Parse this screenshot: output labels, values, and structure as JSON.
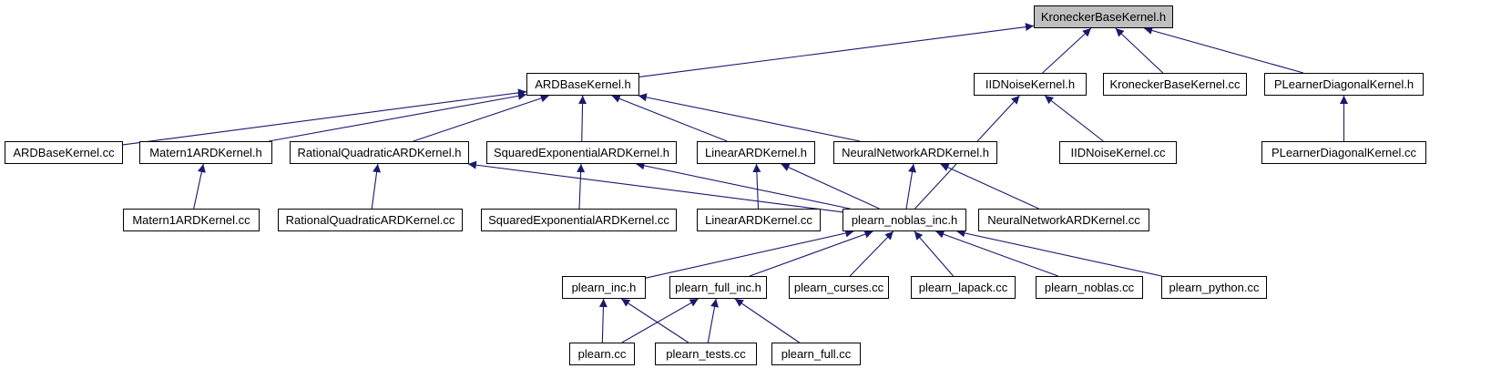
{
  "nodes": [
    {
      "id": "KroneckerBaseKernel_h",
      "label": "KroneckerBaseKernel.h",
      "current": true
    },
    {
      "id": "ARDBaseKernel_h",
      "label": "ARDBaseKernel.h"
    },
    {
      "id": "IIDNoiseKernel_h",
      "label": "IIDNoiseKernel.h"
    },
    {
      "id": "KroneckerBaseKernel_cc",
      "label": "KroneckerBaseKernel.cc"
    },
    {
      "id": "PLearnerDiagonalKernel_h",
      "label": "PLearnerDiagonalKernel.h"
    },
    {
      "id": "ARDBaseKernel_cc",
      "label": "ARDBaseKernel.cc"
    },
    {
      "id": "Matern1ARDKernel_h",
      "label": "Matern1ARDKernel.h"
    },
    {
      "id": "RationalQuadraticARDKernel_h",
      "label": "RationalQuadraticARDKernel.h"
    },
    {
      "id": "SquaredExponentialARDKernel_h",
      "label": "SquaredExponentialARDKernel.h"
    },
    {
      "id": "LinearARDKernel_h",
      "label": "LinearARDKernel.h"
    },
    {
      "id": "NeuralNetworkARDKernel_h",
      "label": "NeuralNetworkARDKernel.h"
    },
    {
      "id": "IIDNoiseKernel_cc",
      "label": "IIDNoiseKernel.cc"
    },
    {
      "id": "PLearnerDiagonalKernel_cc",
      "label": "PLearnerDiagonalKernel.cc"
    },
    {
      "id": "Matern1ARDKernel_cc",
      "label": "Matern1ARDKernel.cc"
    },
    {
      "id": "RationalQuadraticARDKernel_cc",
      "label": "RationalQuadraticARDKernel.cc"
    },
    {
      "id": "SquaredExponentialARDKernel_cc",
      "label": "SquaredExponentialARDKernel.cc"
    },
    {
      "id": "LinearARDKernel_cc",
      "label": "LinearARDKernel.cc"
    },
    {
      "id": "plearn_noblas_inc_h",
      "label": "plearn_noblas_inc.h"
    },
    {
      "id": "NeuralNetworkARDKernel_cc",
      "label": "NeuralNetworkARDKernel.cc"
    },
    {
      "id": "plearn_inc_h",
      "label": "plearn_inc.h"
    },
    {
      "id": "plearn_full_inc_h",
      "label": "plearn_full_inc.h"
    },
    {
      "id": "plearn_curses_cc",
      "label": "plearn_curses.cc"
    },
    {
      "id": "plearn_lapack_cc",
      "label": "plearn_lapack.cc"
    },
    {
      "id": "plearn_noblas_cc",
      "label": "plearn_noblas.cc"
    },
    {
      "id": "plearn_python_cc",
      "label": "plearn_python.cc"
    },
    {
      "id": "plearn_cc",
      "label": "plearn.cc"
    },
    {
      "id": "plearn_tests_cc",
      "label": "plearn_tests.cc"
    },
    {
      "id": "plearn_full_cc",
      "label": "plearn_full.cc"
    }
  ],
  "edges": [
    [
      "KroneckerBaseKernel_h",
      "ARDBaseKernel_h"
    ],
    [
      "KroneckerBaseKernel_h",
      "IIDNoiseKernel_h"
    ],
    [
      "KroneckerBaseKernel_h",
      "KroneckerBaseKernel_cc"
    ],
    [
      "KroneckerBaseKernel_h",
      "PLearnerDiagonalKernel_h"
    ],
    [
      "ARDBaseKernel_h",
      "ARDBaseKernel_cc"
    ],
    [
      "ARDBaseKernel_h",
      "Matern1ARDKernel_h"
    ],
    [
      "ARDBaseKernel_h",
      "RationalQuadraticARDKernel_h"
    ],
    [
      "ARDBaseKernel_h",
      "SquaredExponentialARDKernel_h"
    ],
    [
      "ARDBaseKernel_h",
      "LinearARDKernel_h"
    ],
    [
      "ARDBaseKernel_h",
      "NeuralNetworkARDKernel_h"
    ],
    [
      "IIDNoiseKernel_h",
      "IIDNoiseKernel_cc"
    ],
    [
      "IIDNoiseKernel_h",
      "plearn_noblas_inc_h"
    ],
    [
      "PLearnerDiagonalKernel_h",
      "PLearnerDiagonalKernel_cc"
    ],
    [
      "Matern1ARDKernel_h",
      "Matern1ARDKernel_cc"
    ],
    [
      "RationalQuadraticARDKernel_h",
      "RationalQuadraticARDKernel_cc"
    ],
    [
      "RationalQuadraticARDKernel_h",
      "plearn_noblas_inc_h"
    ],
    [
      "SquaredExponentialARDKernel_h",
      "SquaredExponentialARDKernel_cc"
    ],
    [
      "SquaredExponentialARDKernel_h",
      "plearn_noblas_inc_h"
    ],
    [
      "LinearARDKernel_h",
      "LinearARDKernel_cc"
    ],
    [
      "LinearARDKernel_h",
      "plearn_noblas_inc_h"
    ],
    [
      "NeuralNetworkARDKernel_h",
      "plearn_noblas_inc_h"
    ],
    [
      "NeuralNetworkARDKernel_h",
      "NeuralNetworkARDKernel_cc"
    ],
    [
      "plearn_noblas_inc_h",
      "plearn_inc_h"
    ],
    [
      "plearn_noblas_inc_h",
      "plearn_full_inc_h"
    ],
    [
      "plearn_noblas_inc_h",
      "plearn_curses_cc"
    ],
    [
      "plearn_noblas_inc_h",
      "plearn_lapack_cc"
    ],
    [
      "plearn_noblas_inc_h",
      "plearn_noblas_cc"
    ],
    [
      "plearn_noblas_inc_h",
      "plearn_python_cc"
    ],
    [
      "plearn_inc_h",
      "plearn_cc"
    ],
    [
      "plearn_inc_h",
      "plearn_tests_cc"
    ],
    [
      "plearn_full_inc_h",
      "plearn_cc"
    ],
    [
      "plearn_full_inc_h",
      "plearn_tests_cc"
    ],
    [
      "plearn_full_inc_h",
      "plearn_full_cc"
    ]
  ],
  "colors": {
    "edge": "#191970",
    "current_node_fill": "#bfbfbf",
    "node_fill": "#ffffff",
    "node_border": "#000000"
  }
}
